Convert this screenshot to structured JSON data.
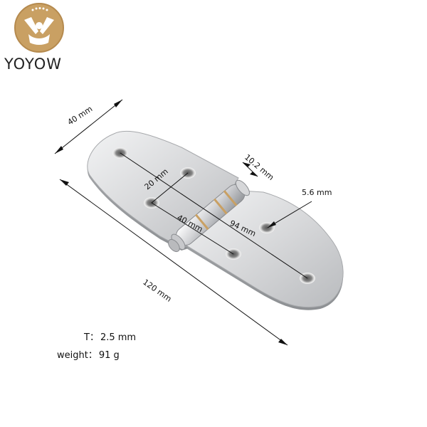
{
  "brand": {
    "name": "YOYOW",
    "logo_color": "#c9a063"
  },
  "dimensions": {
    "width": "40 mm",
    "length": "120 mm",
    "knuckle_length": "10.2 mm",
    "hole_spacing_short": "20 mm",
    "hole_spacing_cross": "40 mm",
    "hole_spacing_long": "94 mm",
    "hole_diameter": "5.6 mm"
  },
  "specs": {
    "thickness_label": "T：",
    "thickness_value": "2.5 mm",
    "weight_label": "weight：",
    "weight_value": "91 g"
  },
  "colors": {
    "accent_gold": "#c9a063",
    "dimension_line": "#111111",
    "steel": "#d9dadc"
  }
}
